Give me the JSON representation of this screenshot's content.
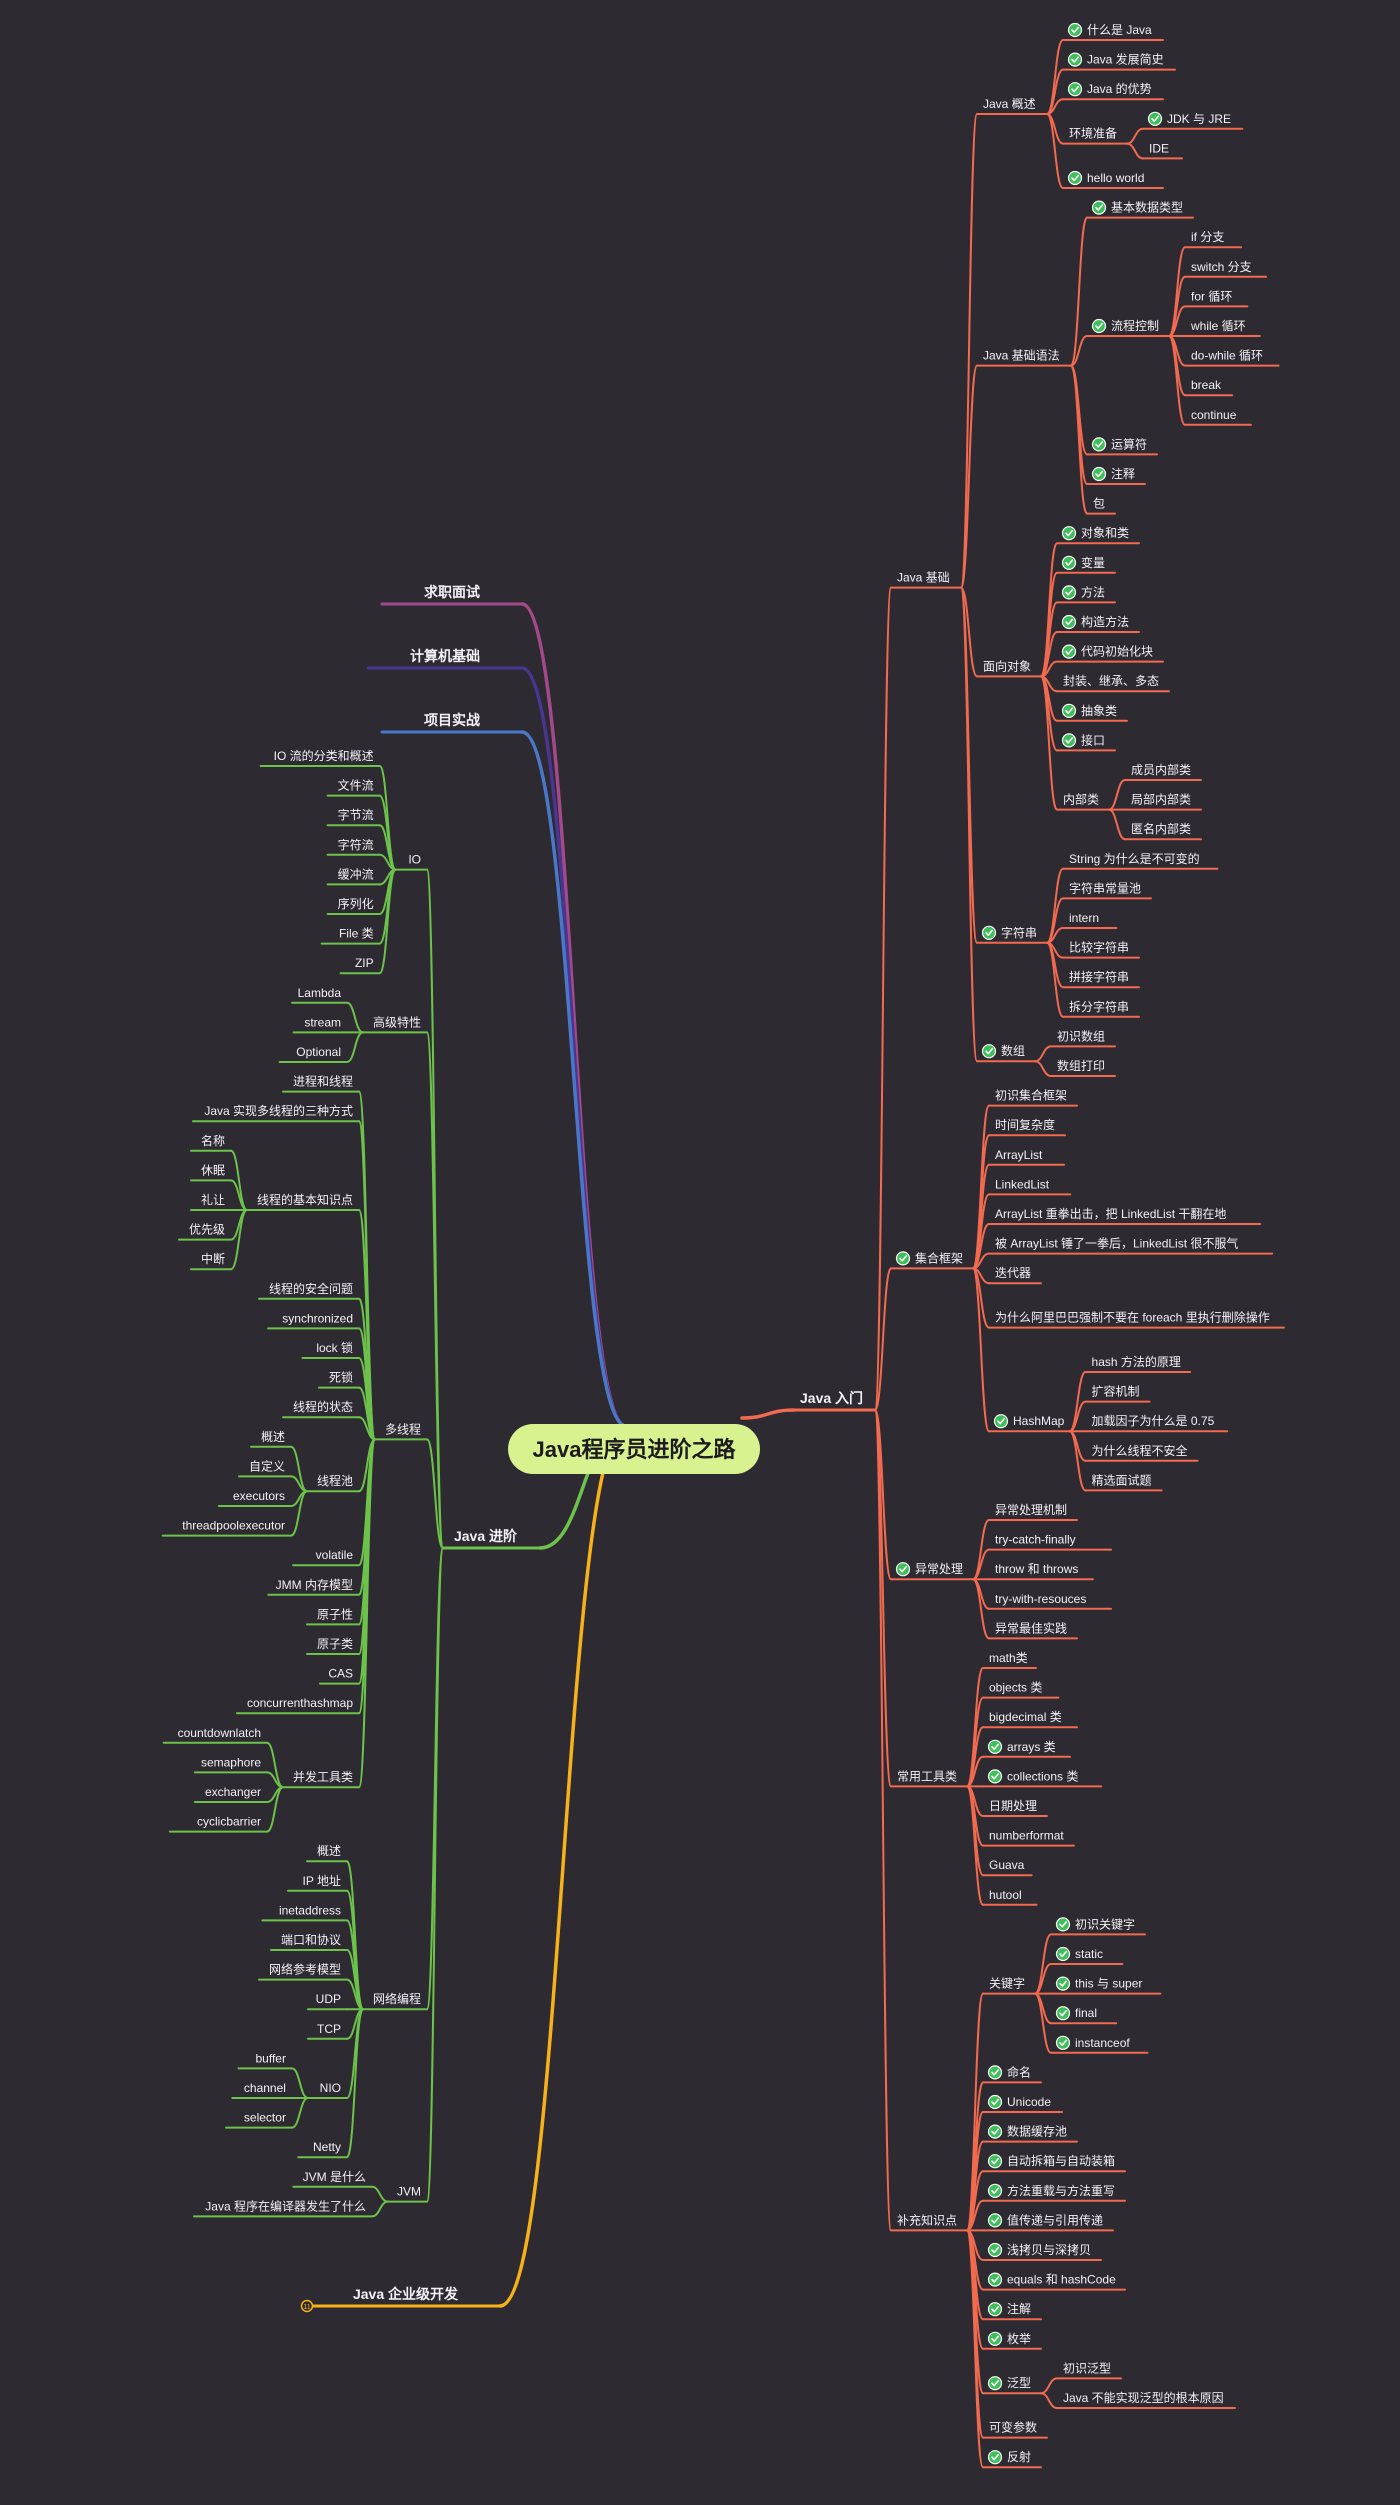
{
  "root": {
    "label": "Java程序员进阶之路",
    "fill": "#d7f28f",
    "children": [
      {
        "label": "Java 入门",
        "color": "#f26a4f",
        "side": "right",
        "large": true,
        "children": [
          {
            "label": "Java 基础",
            "children": [
              {
                "label": "Java 概述",
                "children": [
                  {
                    "label": "什么是 Java",
                    "check": true
                  },
                  {
                    "label": "Java 发展简史",
                    "check": true
                  },
                  {
                    "label": "Java 的优势",
                    "check": true
                  },
                  {
                    "label": "环境准备",
                    "children": [
                      {
                        "label": "JDK 与 JRE",
                        "check": true
                      },
                      {
                        "label": "IDE"
                      }
                    ]
                  },
                  {
                    "label": "hello world",
                    "check": true
                  }
                ]
              },
              {
                "label": "Java 基础语法",
                "children": [
                  {
                    "label": "基本数据类型",
                    "check": true
                  },
                  {
                    "label": "流程控制",
                    "check": true,
                    "children": [
                      {
                        "label": "if 分支"
                      },
                      {
                        "label": "switch 分支"
                      },
                      {
                        "label": "for 循环"
                      },
                      {
                        "label": "while 循环"
                      },
                      {
                        "label": "do-while 循环"
                      },
                      {
                        "label": "break"
                      },
                      {
                        "label": "continue"
                      }
                    ]
                  },
                  {
                    "label": "运算符",
                    "check": true
                  },
                  {
                    "label": "注释",
                    "check": true
                  },
                  {
                    "label": "包"
                  }
                ]
              },
              {
                "label": "面向对象",
                "children": [
                  {
                    "label": "对象和类",
                    "check": true
                  },
                  {
                    "label": "变量",
                    "check": true
                  },
                  {
                    "label": "方法",
                    "check": true
                  },
                  {
                    "label": "构造方法",
                    "check": true
                  },
                  {
                    "label": "代码初始化块",
                    "check": true
                  },
                  {
                    "label": "封装、继承、多态"
                  },
                  {
                    "label": "抽象类",
                    "check": true
                  },
                  {
                    "label": "接口",
                    "check": true
                  },
                  {
                    "label": "内部类",
                    "children": [
                      {
                        "label": "成员内部类"
                      },
                      {
                        "label": "局部内部类"
                      },
                      {
                        "label": "匿名内部类"
                      }
                    ]
                  }
                ]
              },
              {
                "label": "字符串",
                "check": true,
                "children": [
                  {
                    "label": "String 为什么是不可变的"
                  },
                  {
                    "label": "字符串常量池"
                  },
                  {
                    "label": "intern"
                  },
                  {
                    "label": "比较字符串"
                  },
                  {
                    "label": "拼接字符串"
                  },
                  {
                    "label": "拆分字符串"
                  }
                ]
              },
              {
                "label": "数组",
                "check": true,
                "children": [
                  {
                    "label": "初识数组"
                  },
                  {
                    "label": "数组打印"
                  }
                ]
              }
            ]
          },
          {
            "label": "集合框架",
            "check": true,
            "children": [
              {
                "label": "初识集合框架"
              },
              {
                "label": "时间复杂度"
              },
              {
                "label": "ArrayList"
              },
              {
                "label": "LinkedList"
              },
              {
                "label": "ArrayList 重拳出击，把 LinkedList 干翻在地"
              },
              {
                "label": "被 ArrayList 锤了一拳后，LinkedList 很不服气"
              },
              {
                "label": "迭代器"
              },
              {
                "label": "为什么阿里巴巴强制不要在 foreach 里执行删除操作",
                "wrap": true
              },
              {
                "label": "HashMap",
                "check": true,
                "children": [
                  {
                    "label": "hash 方法的原理"
                  },
                  {
                    "label": "扩容机制"
                  },
                  {
                    "label": "加载因子为什么是 0.75"
                  },
                  {
                    "label": "为什么线程不安全"
                  },
                  {
                    "label": "精选面试题"
                  }
                ]
              }
            ]
          },
          {
            "label": "异常处理",
            "check": true,
            "children": [
              {
                "label": "异常处理机制"
              },
              {
                "label": "try-catch-finally"
              },
              {
                "label": "throw 和 throws"
              },
              {
                "label": "try-with-resouces"
              },
              {
                "label": "异常最佳实践"
              }
            ]
          },
          {
            "label": "常用工具类",
            "children": [
              {
                "label": "math类"
              },
              {
                "label": "objects 类"
              },
              {
                "label": "bigdecimal 类"
              },
              {
                "label": "arrays 类",
                "check": true
              },
              {
                "label": "collections 类",
                "check": true
              },
              {
                "label": "日期处理"
              },
              {
                "label": "numberformat"
              },
              {
                "label": "Guava"
              },
              {
                "label": "hutool"
              }
            ]
          },
          {
            "label": "补充知识点",
            "children": [
              {
                "label": "关键字",
                "children": [
                  {
                    "label": "初识关键字",
                    "check": true
                  },
                  {
                    "label": "static",
                    "check": true
                  },
                  {
                    "label": "this 与 super",
                    "check": true
                  },
                  {
                    "label": "final",
                    "check": true
                  },
                  {
                    "label": "instanceof",
                    "check": true
                  }
                ]
              },
              {
                "label": "命名",
                "check": true
              },
              {
                "label": "Unicode",
                "check": true
              },
              {
                "label": "数据缓存池",
                "check": true
              },
              {
                "label": "自动拆箱与自动装箱",
                "check": true
              },
              {
                "label": "方法重载与方法重写",
                "check": true
              },
              {
                "label": "值传递与引用传递",
                "check": true
              },
              {
                "label": "浅拷贝与深拷贝",
                "check": true
              },
              {
                "label": "equals 和 hashCode",
                "check": true
              },
              {
                "label": "注解",
                "check": true
              },
              {
                "label": "枚举",
                "check": true
              },
              {
                "label": "泛型",
                "check": true,
                "children": [
                  {
                    "label": "初识泛型"
                  },
                  {
                    "label": "Java 不能实现泛型的根本原因"
                  }
                ]
              },
              {
                "label": "可变参数"
              },
              {
                "label": "反射",
                "check": true
              }
            ]
          }
        ]
      },
      {
        "label": "求职面试",
        "color": "#a34a8a",
        "side": "left",
        "large": true,
        "children": []
      },
      {
        "label": "计算机基础",
        "color": "#4a3590",
        "side": "left",
        "large": true,
        "children": []
      },
      {
        "label": "项目实战",
        "color": "#4a78c8",
        "side": "left",
        "large": true,
        "children": []
      },
      {
        "label": "Java 进阶",
        "color": "#6cc24a",
        "side": "left",
        "large": true,
        "children": [
          {
            "label": "IO",
            "children": [
              {
                "label": "IO 流的分类和概述"
              },
              {
                "label": "文件流"
              },
              {
                "label": "字节流"
              },
              {
                "label": "字符流"
              },
              {
                "label": "缓冲流"
              },
              {
                "label": "序列化"
              },
              {
                "label": "File 类"
              },
              {
                "label": "ZIP"
              }
            ]
          },
          {
            "label": "高级特性",
            "children": [
              {
                "label": "Lambda"
              },
              {
                "label": "stream"
              },
              {
                "label": "Optional"
              }
            ]
          },
          {
            "label": "多线程",
            "children": [
              {
                "label": "进程和线程"
              },
              {
                "label": "Java 实现多线程的三种方式"
              },
              {
                "label": "线程的基本知识点",
                "children": [
                  {
                    "label": "名称"
                  },
                  {
                    "label": "休眠"
                  },
                  {
                    "label": "礼让"
                  },
                  {
                    "label": "优先级"
                  },
                  {
                    "label": "中断"
                  }
                ]
              },
              {
                "label": "线程的安全问题"
              },
              {
                "label": "synchronized"
              },
              {
                "label": "lock 锁"
              },
              {
                "label": "死锁"
              },
              {
                "label": "线程的状态"
              },
              {
                "label": "线程池",
                "children": [
                  {
                    "label": "概述"
                  },
                  {
                    "label": "自定义"
                  },
                  {
                    "label": "executors"
                  },
                  {
                    "label": "threadpoolexecutor"
                  }
                ]
              },
              {
                "label": "volatile"
              },
              {
                "label": "JMM 内存模型"
              },
              {
                "label": "原子性"
              },
              {
                "label": "原子类"
              },
              {
                "label": "CAS"
              },
              {
                "label": "concurrenthashmap"
              },
              {
                "label": "并发工具类",
                "children": [
                  {
                    "label": "countdownlatch"
                  },
                  {
                    "label": "semaphore"
                  },
                  {
                    "label": "exchanger"
                  },
                  {
                    "label": "cyclicbarrier"
                  }
                ]
              }
            ]
          },
          {
            "label": "网络编程",
            "children": [
              {
                "label": "概述"
              },
              {
                "label": "IP 地址"
              },
              {
                "label": "inetaddress"
              },
              {
                "label": "端口和协议"
              },
              {
                "label": "网络参考模型"
              },
              {
                "label": "UDP"
              },
              {
                "label": "TCP"
              },
              {
                "label": "NIO",
                "children": [
                  {
                    "label": "buffer"
                  },
                  {
                    "label": "channel"
                  },
                  {
                    "label": "selector"
                  }
                ]
              },
              {
                "label": "Netty"
              }
            ]
          },
          {
            "label": "JVM",
            "children": [
              {
                "label": "JVM 是什么"
              },
              {
                "label": "Java 程序在编译器发生了什么"
              }
            ]
          }
        ]
      },
      {
        "label": "Java 企业级开发",
        "color": "#f7b21a",
        "side": "left",
        "large": true,
        "collapsed_count": "11",
        "children": []
      }
    ]
  }
}
